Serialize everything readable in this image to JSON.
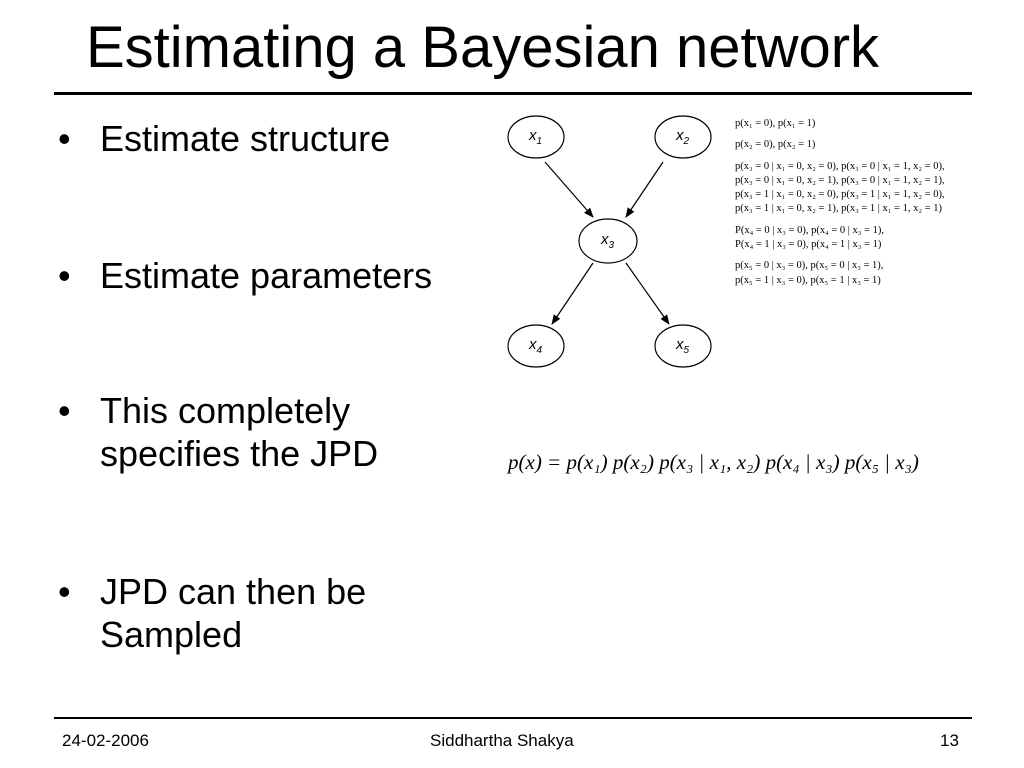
{
  "title": "Estimating a Bayesian network",
  "bullets": [
    {
      "line1": "Estimate structure",
      "line2": ""
    },
    {
      "line1": "Estimate parameters",
      "line2": ""
    },
    {
      "line1": "This completely",
      "line2": "specifies the JPD"
    },
    {
      "line1": "JPD can then be",
      "line2": "Sampled"
    }
  ],
  "nodes": [
    {
      "id": "x1",
      "name": "x",
      "sub": "1"
    },
    {
      "id": "x2",
      "name": "x",
      "sub": "2"
    },
    {
      "id": "x3",
      "name": "x",
      "sub": "3"
    },
    {
      "id": "x4",
      "name": "x",
      "sub": "4"
    },
    {
      "id": "x5",
      "name": "x",
      "sub": "5"
    }
  ],
  "cpt_lines": [
    "p(x₁ = 0),    p(x₁ = 1)",
    "",
    "p(x₂ = 0),    p(x₂ = 1)",
    "",
    "p(x₃ = 0 | x₁ = 0, x₂ = 0),  p(x₃ = 0 | x₁ = 1, x₂ = 0),",
    "p(x₃ = 0 | x₁ = 0, x₂ = 1),  p(x₃ = 0 | x₁ = 1, x₂ = 1),",
    "p(x₃ = 1 | x₁ = 0, x₂ = 0),  p(x₃ = 1 | x₁ = 1, x₂ = 0),",
    "p(x₃ = 1 | x₁ = 0, x₂ = 1),  p(x₃ = 1 | x₁ = 1, x₂ = 1)",
    "",
    "P(x₄ = 0 | x₃ = 0),   p(x₄ = 0 | x₃ = 1),",
    "P(x₄ = 1 | x₃ = 0),  p(x₄ = 1 | x₃ = 1)",
    "",
    "p(x₅ = 0 | x₃ = 0),   p(x₅ = 0 | x₃ = 1),",
    "p(x₅ = 1 | x₃ = 0),  p(x₅ = 1 | x₃ = 1)"
  ],
  "jpd_formula": "p(x) = p(x₁) p(x₂) p(x₃ | x₁, x₂) p(x₄ | x₃) p(x₅ | x₃)",
  "footer": {
    "date": "24-02-2006",
    "author": "Siddhartha Shakya",
    "page": "13"
  }
}
